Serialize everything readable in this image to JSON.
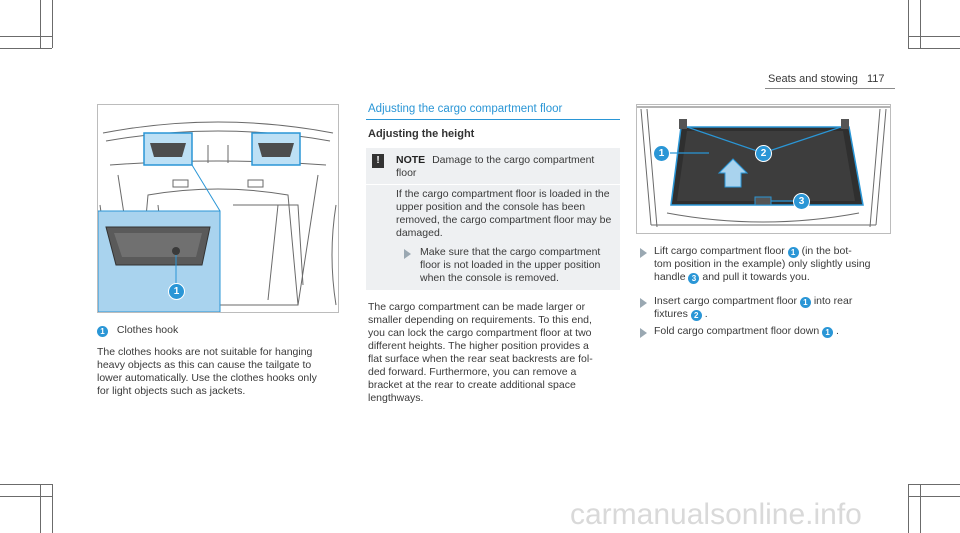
{
  "header": {
    "section": "Seats and stowing",
    "page_number": "117"
  },
  "left": {
    "caption_badge": "1",
    "caption": "Clothes hook",
    "paragraph_lines": [
      "The clothes hooks are not suitable for hanging",
      "heavy objects as this can cause the tailgate to",
      "lower automatically. Use the clothes hooks only",
      "for light objects such as jackets."
    ],
    "figure_callout": "1"
  },
  "middle": {
    "section_title": "Adjusting the cargo compartment floor",
    "sub_title": "Adjusting the height",
    "note_label": "NOTE",
    "note_line1": "Damage to the cargo compartment",
    "note_line2": "floor",
    "note_body_lines": [
      "If the cargo compartment floor is loaded in the",
      "upper position and the console has been",
      "removed, the cargo compartment floor may be",
      "damaged."
    ],
    "note_action_lines": [
      "Make sure that the cargo compartment",
      "floor is not loaded in the upper position",
      "when the console is removed."
    ],
    "paragraph_lines": [
      "The cargo compartment can be made larger or",
      "smaller depending on requirements. To this end,",
      "you can lock the cargo compartment floor at two",
      "different heights. The higher position provides a",
      "flat surface when the rear seat backrests are fol-",
      "ded forward. Furthermore, you can remove a",
      "bracket at the rear to create additional space",
      "lengthways."
    ]
  },
  "right": {
    "figure_callouts": [
      "1",
      "2",
      "3"
    ],
    "steps": [
      {
        "pre": "Lift cargo compartment floor",
        "badge1": "1",
        "mid": "(in the bot-",
        "line2": "tom position in the example) only slightly using",
        "line3a": "handle",
        "badge2": "3",
        "line3b": "and pull it towards you."
      },
      {
        "pre": "Insert cargo compartment floor",
        "badge1": "1",
        "mid": "into rear",
        "line2a": "fixtures",
        "badge2": "2",
        "line2b": "."
      },
      {
        "pre": "Fold cargo compartment floor down",
        "badge1": "1",
        "mid": "."
      }
    ]
  },
  "watermark": "carmanualsonline.info",
  "colors": {
    "accent": "#2a96d6",
    "note_bg": "#eef0f2"
  }
}
